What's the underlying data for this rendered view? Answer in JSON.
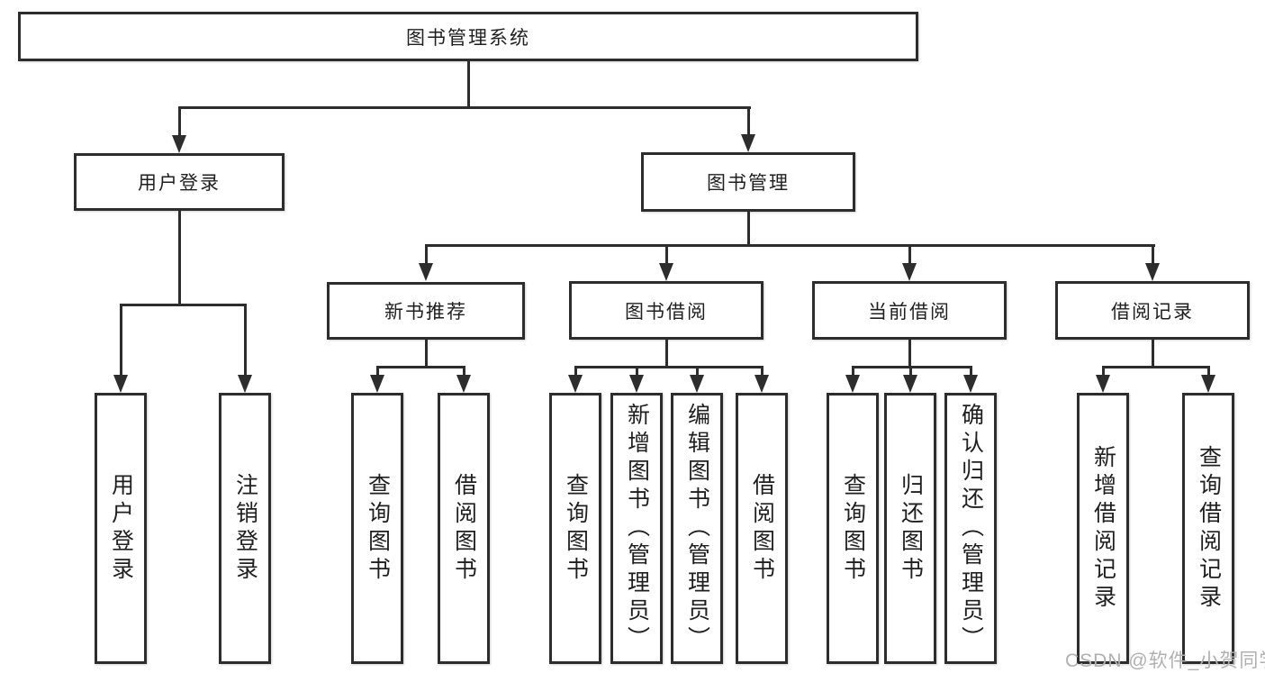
{
  "tree": {
    "label": "图书管理系统",
    "children": [
      {
        "label": "用户登录",
        "children": [
          {
            "label": "用户登录"
          },
          {
            "label": "注销登录"
          }
        ]
      },
      {
        "label": "图书管理",
        "children": [
          {
            "label": "新书推荐",
            "children": [
              {
                "label": "查询图书"
              },
              {
                "label": "借阅图书"
              }
            ]
          },
          {
            "label": "图书借阅",
            "children": [
              {
                "label": "查询图书"
              },
              {
                "label": "新增图书（管理员）"
              },
              {
                "label": "编辑图书（管理员）"
              },
              {
                "label": "借阅图书"
              }
            ]
          },
          {
            "label": "当前借阅",
            "children": [
              {
                "label": "查询图书"
              },
              {
                "label": "归还图书"
              },
              {
                "label": "确认归还（管理员）"
              }
            ]
          },
          {
            "label": "借阅记录",
            "children": [
              {
                "label": "新增借阅记录"
              },
              {
                "label": "查询借阅记录"
              }
            ]
          }
        ]
      }
    ]
  },
  "watermark": "CSDN @软件_小贺同学",
  "colors": {
    "line": "#2d2d2d",
    "box_border": "#2d2d2d",
    "box_background": "#ffffff",
    "text": "#1f1f1f",
    "watermark": "#b0b0b0"
  }
}
